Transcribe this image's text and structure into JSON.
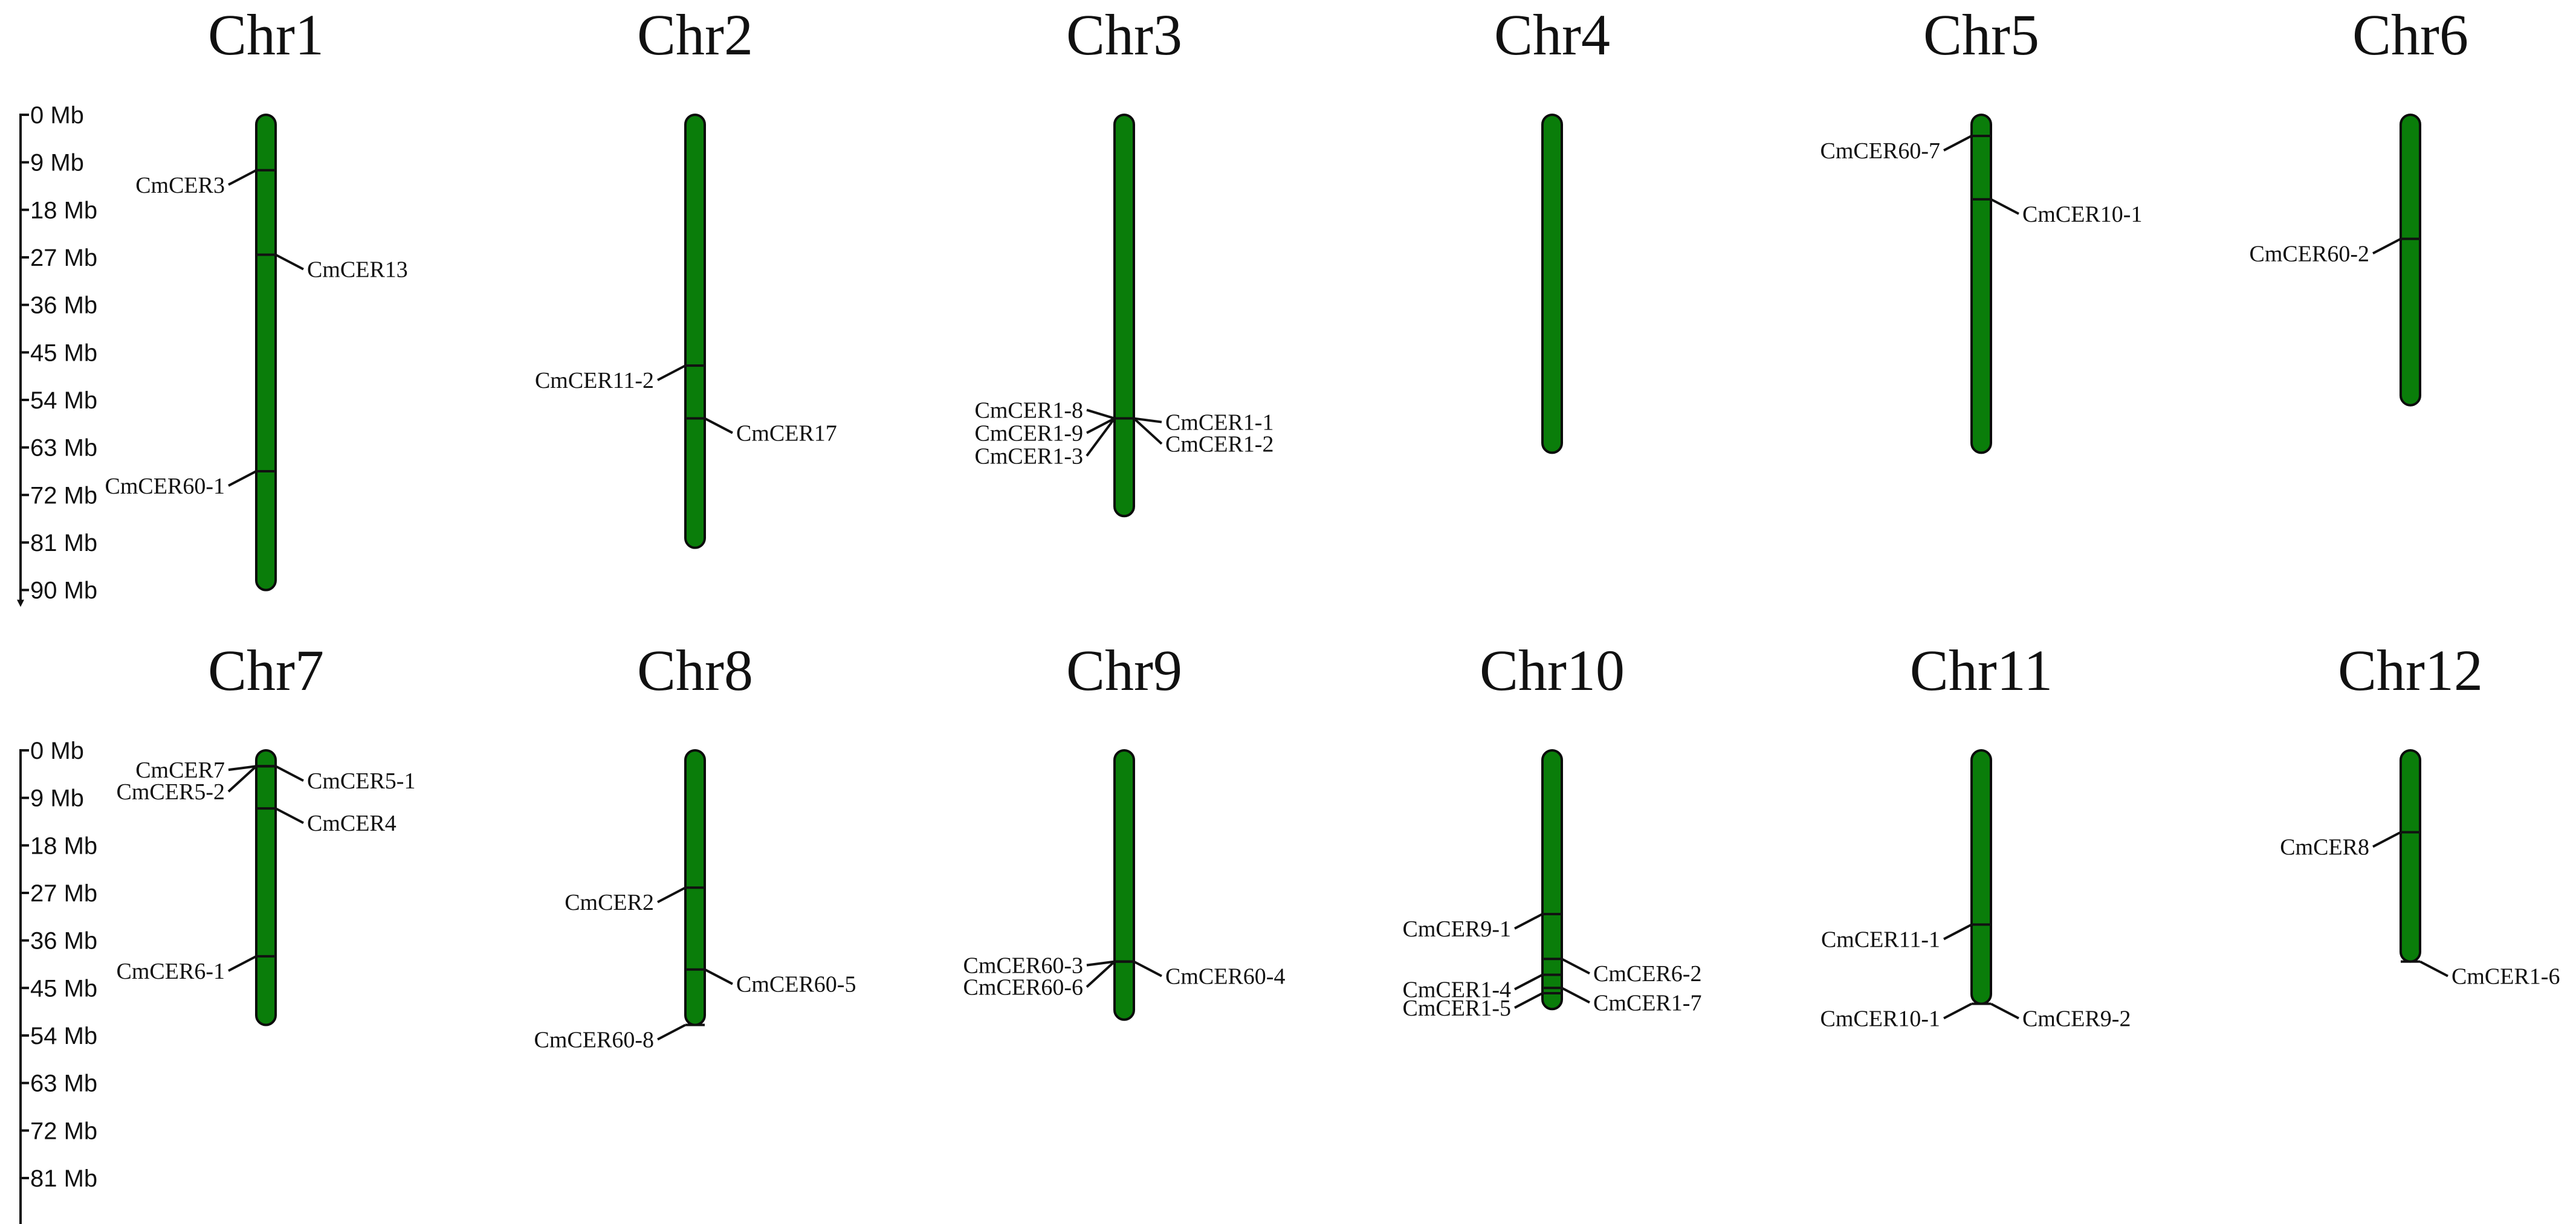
{
  "colors": {
    "chromosome": "#0a7d0a",
    "line": "#111111",
    "background": "#ffffff"
  },
  "chromosomes": [
    {
      "name": "Chr1",
      "length": 90,
      "genes": [
        {
          "label": "CmCER3",
          "pos": 10.5,
          "side": "left"
        },
        {
          "label": "CmCER13",
          "pos": 26.5,
          "side": "right"
        },
        {
          "label": "CmCER60-1",
          "pos": 67.5,
          "side": "left"
        }
      ]
    },
    {
      "name": "Chr2",
      "length": 82,
      "genes": [
        {
          "label": "CmCER11-2",
          "pos": 47.5,
          "side": "left"
        },
        {
          "label": "CmCER17",
          "pos": 57.5,
          "side": "right"
        }
      ]
    },
    {
      "name": "Chr3",
      "length": 76,
      "genes": [
        {
          "label": "CmCER1-8",
          "pos": 57.5,
          "side": "left"
        },
        {
          "label": "CmCER1-9",
          "pos": 57.5,
          "side": "left"
        },
        {
          "label": "CmCER1-3",
          "pos": 57.5,
          "side": "left"
        },
        {
          "label": "CmCER1-1",
          "pos": 57.5,
          "side": "right"
        },
        {
          "label": "CmCER1-2",
          "pos": 57.5,
          "side": "right"
        }
      ]
    },
    {
      "name": "Chr4",
      "length": 64,
      "genes": []
    },
    {
      "name": "Chr5",
      "length": 64,
      "genes": [
        {
          "label": "CmCER60-7",
          "pos": 4,
          "side": "left"
        },
        {
          "label": "CmCER10-1",
          "pos": 16,
          "side": "right"
        }
      ]
    },
    {
      "name": "Chr6",
      "length": 55,
      "genes": [
        {
          "label": "CmCER60-2",
          "pos": 23.5,
          "side": "left"
        }
      ]
    },
    {
      "name": "Chr7",
      "length": 52,
      "genes": [
        {
          "label": "CmCER7",
          "pos": 3,
          "side": "left"
        },
        {
          "label": "CmCER5-2",
          "pos": 3,
          "side": "left"
        },
        {
          "label": "CmCER5-1",
          "pos": 3,
          "side": "right"
        },
        {
          "label": "CmCER4",
          "pos": 11,
          "side": "right"
        },
        {
          "label": "CmCER6-1",
          "pos": 39,
          "side": "left"
        }
      ]
    },
    {
      "name": "Chr8",
      "length": 52,
      "genes": [
        {
          "label": "CmCER2",
          "pos": 26,
          "side": "left"
        },
        {
          "label": "CmCER60-5",
          "pos": 41.5,
          "side": "right"
        },
        {
          "label": "CmCER60-8",
          "pos": 52,
          "side": "left"
        }
      ]
    },
    {
      "name": "Chr9",
      "length": 51,
      "genes": [
        {
          "label": "CmCER60-3",
          "pos": 40,
          "side": "left"
        },
        {
          "label": "CmCER60-6",
          "pos": 40,
          "side": "left"
        },
        {
          "label": "CmCER60-4",
          "pos": 40,
          "side": "right"
        }
      ]
    },
    {
      "name": "Chr10",
      "length": 49,
      "genes": [
        {
          "label": "CmCER9-1",
          "pos": 31,
          "side": "left"
        },
        {
          "label": "CmCER1-4",
          "pos": 42.5,
          "side": "left"
        },
        {
          "label": "CmCER1-5",
          "pos": 46,
          "side": "left"
        },
        {
          "label": "CmCER6-2",
          "pos": 39.5,
          "side": "right"
        },
        {
          "label": "CmCER1-7",
          "pos": 45,
          "side": "right"
        }
      ]
    },
    {
      "name": "Chr11",
      "length": 48,
      "genes": [
        {
          "label": "CmCER11-1",
          "pos": 33,
          "side": "left"
        },
        {
          "label": "CmCER10-1",
          "pos": 48,
          "side": "left"
        },
        {
          "label": "CmCER9-2",
          "pos": 48,
          "side": "right"
        }
      ]
    },
    {
      "name": "Chr12",
      "length": 40,
      "genes": [
        {
          "label": "CmCER8",
          "pos": 15.5,
          "side": "left"
        },
        {
          "label": "CmCER1-6",
          "pos": 40,
          "side": "right"
        }
      ]
    }
  ],
  "scales": [
    {
      "ticks": [
        "0 Mb",
        "9 Mb",
        "18 Mb",
        "27 Mb",
        "36 Mb",
        "45 Mb",
        "54 Mb",
        "63 Mb",
        "72 Mb",
        "81 Mb",
        "90 Mb"
      ]
    },
    {
      "ticks": [
        "0 Mb",
        "9 Mb",
        "18 Mb",
        "27 Mb",
        "36 Mb",
        "45 Mb",
        "54 Mb",
        "63 Mb",
        "72 Mb",
        "81 Mb"
      ]
    }
  ],
  "tick_step_mb": 9
}
